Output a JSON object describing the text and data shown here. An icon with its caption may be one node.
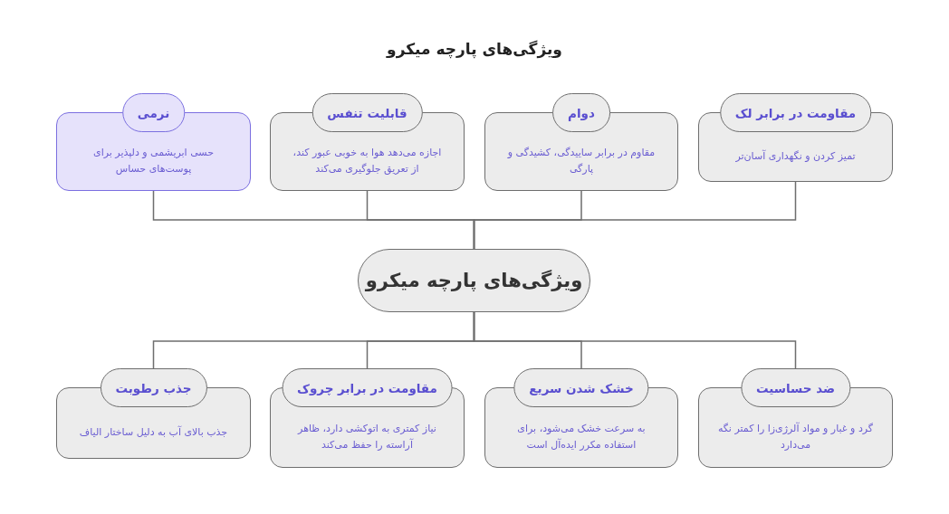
{
  "diagram": {
    "title": "ویژگی‌های پارچه میکرو",
    "nodes": [
      {
        "text": [
          "مقاومت در برابر لک",
          "تمیز کردن و نگهداری آسان‌تر"
        ]
      },
      {
        "text": [
          "دوام",
          "مقاوم در برابر ساییدگی، کشیدگی و پارگی"
        ]
      },
      {
        "text": [
          "قابلیت تنفس",
          "اجازه می‌دهد هوا به خوبی عبور کند، از تعریق جلوگیری می‌کند"
        ]
      },
      {
        "text": [
          "نرمی",
          "حسی ابریشمی و دلپذیر برای پوست‌های حساس"
        ]
      },
      {
        "text": [
          "ویژگی‌های پارچه میکرو"
        ]
      },
      {
        "text": [
          "ضد حساسیت",
          "گرد و غبار و مواد آلرژی‌زا را کمتر نگه می‌دارد"
        ]
      },
      {
        "text": [
          "خشک شدن سریع",
          "به سرعت خشک می‌شود، برای استفاده مکرر ایده‌آل است"
        ]
      },
      {
        "text": [
          "مقاومت در برابر چروک",
          "نیاز کمتری به اتوکشی دارد، ظاهر آراسته را حفظ می‌کند"
        ]
      },
      {
        "text": [
          "جذب رطوبت",
          "جذب بالای آب به دلیل ساختار الیاف"
        ]
      }
    ],
    "edges": [
      {
        "from": 4,
        "to": 0,
        "arrow": "none"
      },
      {
        "from": 4,
        "to": 1,
        "arrow": "none"
      },
      {
        "from": 4,
        "to": 2,
        "arrow": "none"
      },
      {
        "from": 4,
        "to": 3,
        "arrow": "none"
      },
      {
        "from": 4,
        "to": 5,
        "arrow": "none"
      },
      {
        "from": 4,
        "to": 6,
        "arrow": "none"
      },
      {
        "from": 4,
        "to": 7,
        "arrow": "none"
      },
      {
        "from": 4,
        "to": 8,
        "arrow": "none"
      }
    ]
  }
}
